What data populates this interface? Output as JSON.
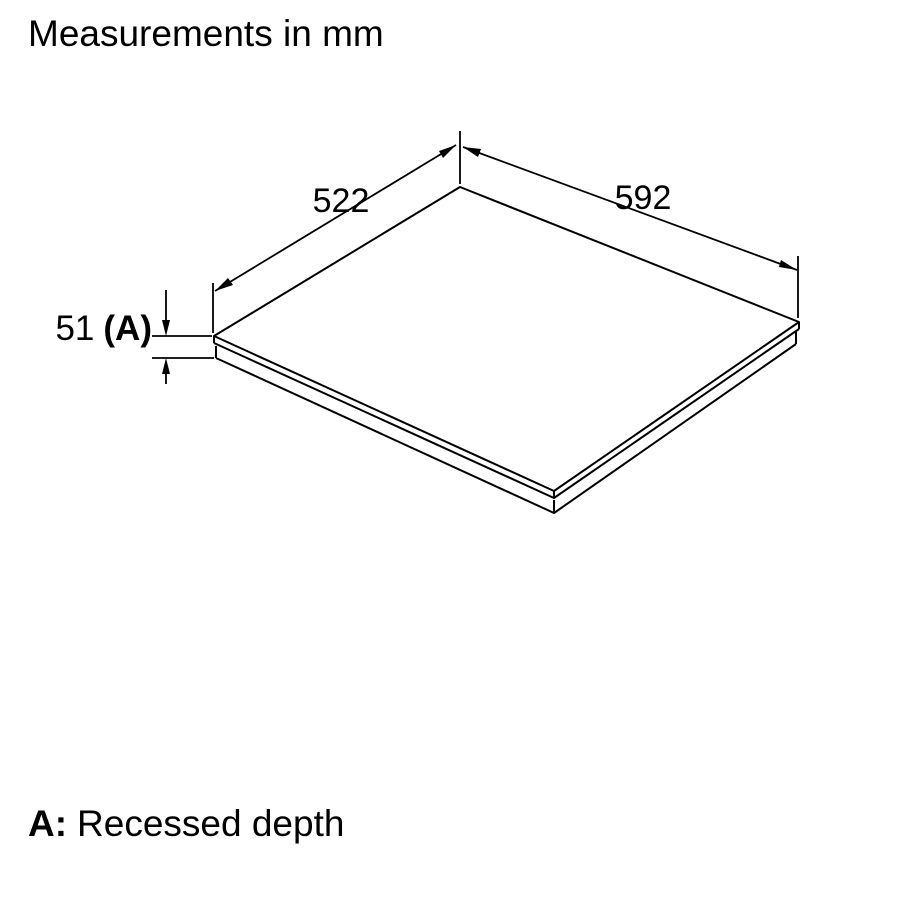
{
  "title": "Measurements in mm",
  "dims": {
    "width": "592",
    "depth": "522",
    "recess_value": "51",
    "recess_ref": "(A)"
  },
  "legend": {
    "key": "A:",
    "text": "Recessed depth"
  },
  "colors": {
    "line": "#000000",
    "text": "#000000",
    "background": "#ffffff"
  }
}
